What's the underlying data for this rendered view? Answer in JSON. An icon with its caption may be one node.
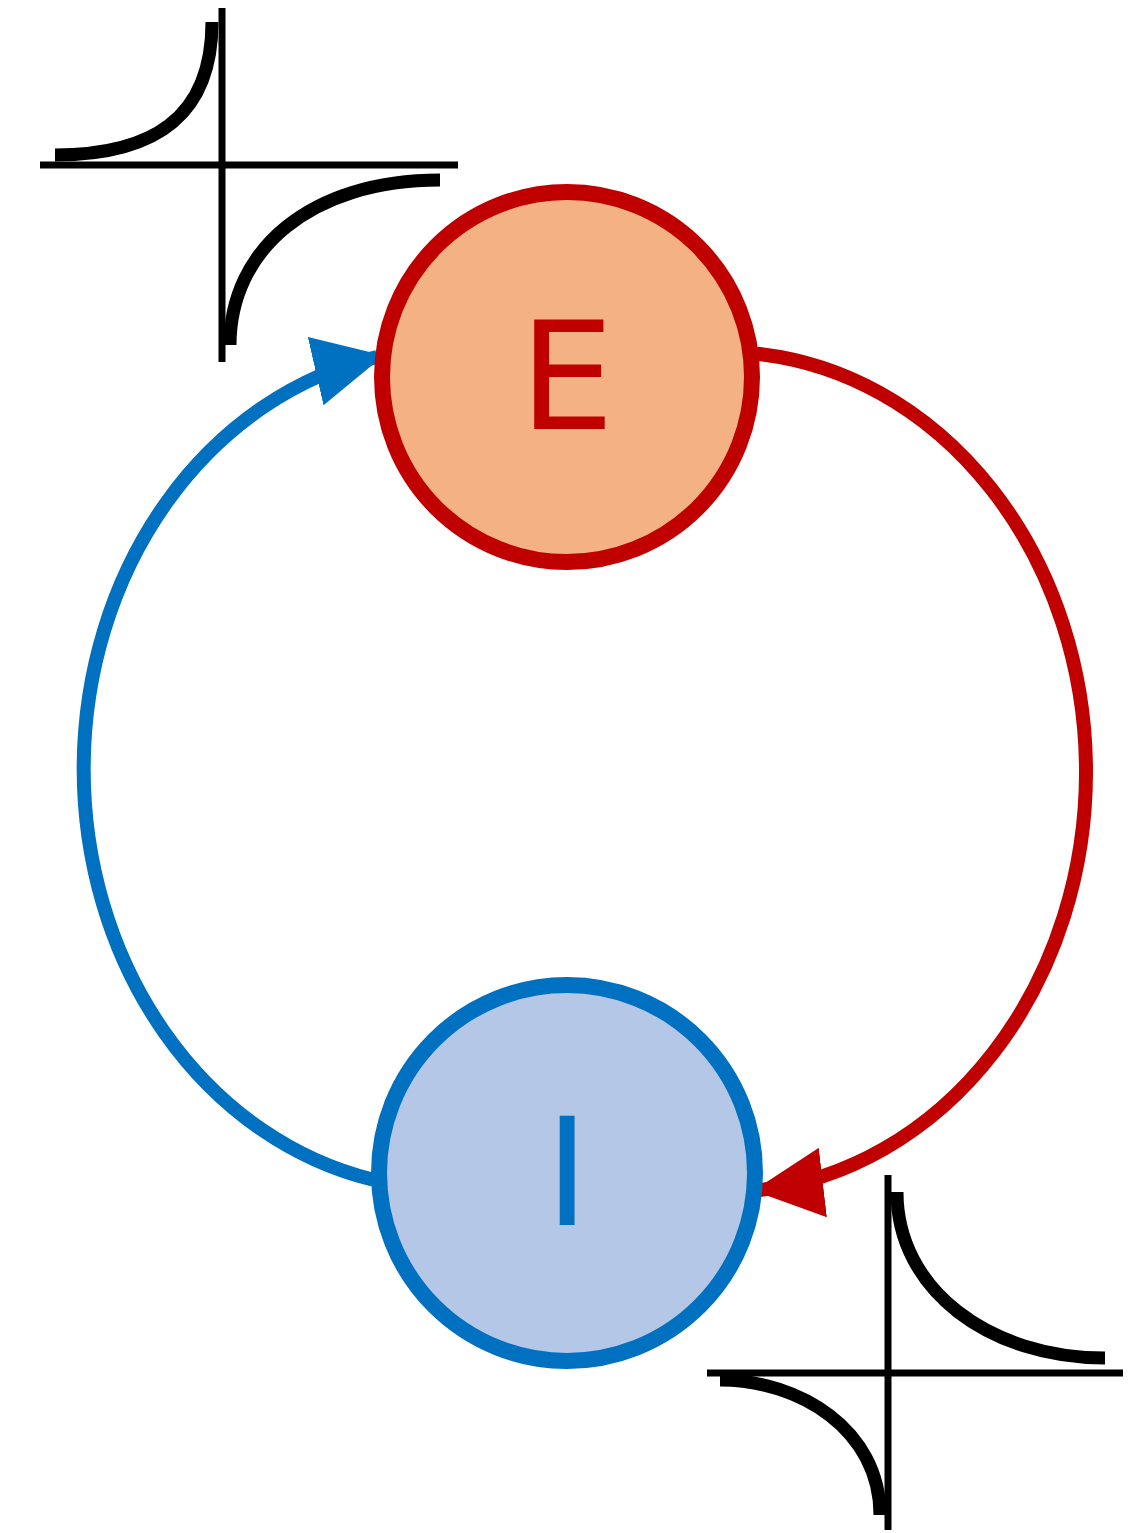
{
  "diagram": {
    "nodes": [
      {
        "text": [
          "E"
        ]
      },
      {
        "text": [
          "I"
        ]
      }
    ],
    "edges": [
      {
        "from": 0,
        "to": 1,
        "arrow": "to",
        "color": "#c00000"
      },
      {
        "from": 1,
        "to": 0,
        "arrow": "to",
        "color": "#0070c0"
      }
    ]
  }
}
